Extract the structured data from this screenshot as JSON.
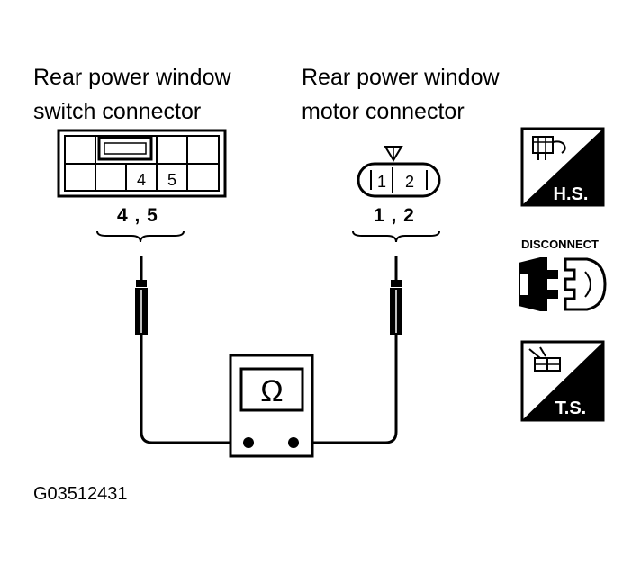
{
  "switch_connector": {
    "title_line1": "Rear power window",
    "title_line2": "switch connector",
    "pin_a": "4",
    "pin_b": "5",
    "pins_label": "4 , 5"
  },
  "motor_connector": {
    "title_line1": "Rear power window",
    "title_line2": "motor connector",
    "pin_a": "1",
    "pin_b": "2",
    "pins_label": "1 , 2"
  },
  "meter": {
    "symbol": "Ω"
  },
  "icons": {
    "harness_side_label": "H.S.",
    "disconnect_label": "DISCONNECT",
    "terminal_side_label": "T.S."
  },
  "reference_code": "G03512431"
}
